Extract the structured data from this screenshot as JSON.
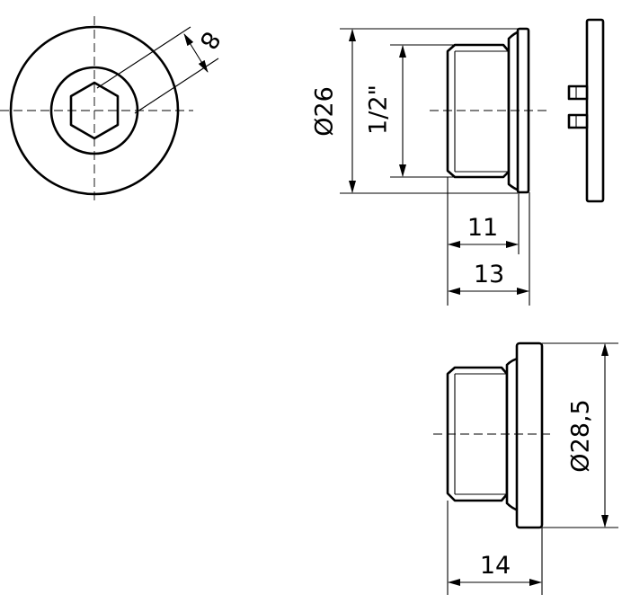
{
  "dimensions": {
    "hex_size": "8",
    "outer_diameter": "Ø26",
    "thread_size": "1/2\"",
    "thread_length": "11",
    "total_length": "13",
    "flange_diameter": "Ø28,5",
    "total_length_variant": "14"
  }
}
